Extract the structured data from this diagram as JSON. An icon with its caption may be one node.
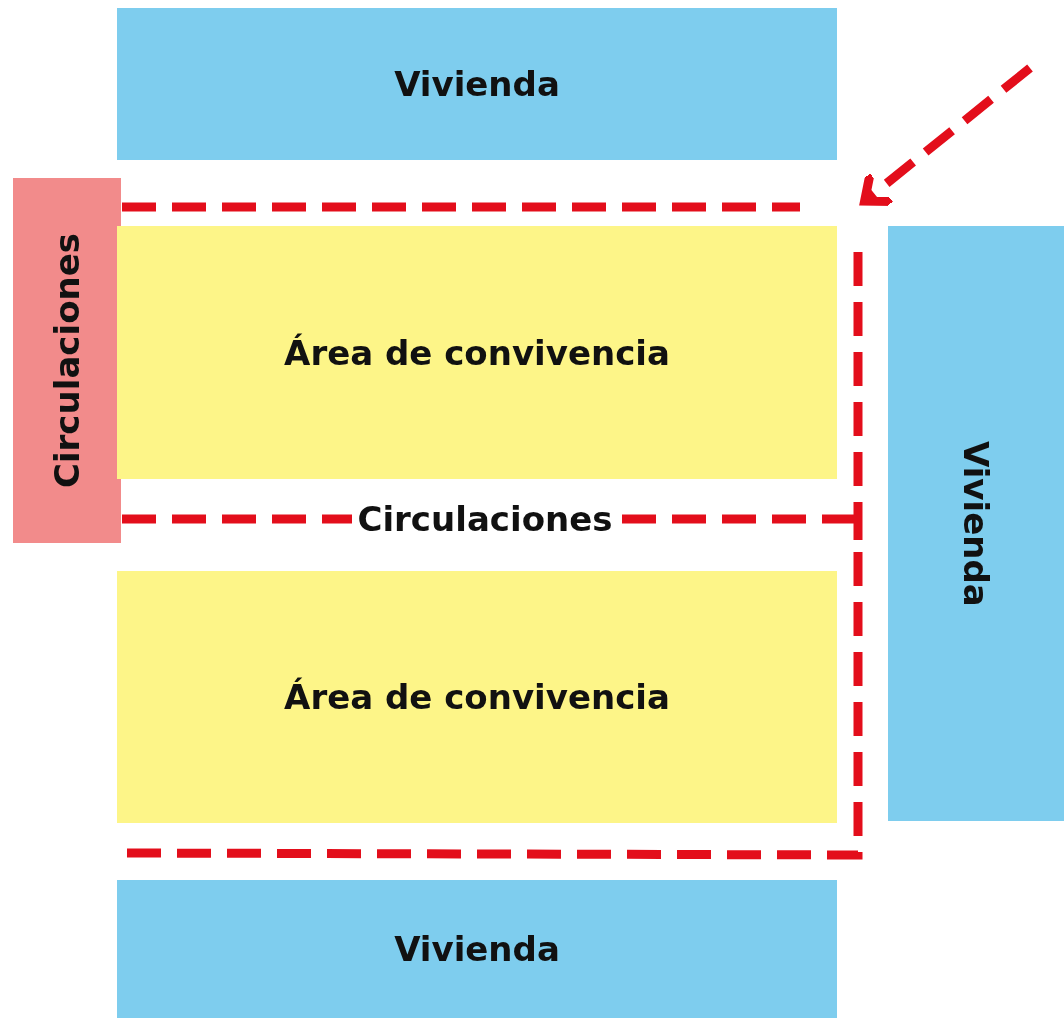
{
  "diagram": {
    "nodes": [
      {
        "text": [
          "Vivienda"
        ]
      },
      {
        "text": [
          "Circulaciones"
        ]
      },
      {
        "text": [
          "Área de convivencia"
        ]
      },
      {
        "text": [
          "Área de convivencia"
        ]
      },
      {
        "text": [
          "Vivienda"
        ]
      },
      {
        "text": [
          "Vivienda"
        ]
      }
    ],
    "labels": [
      "Circulaciones"
    ]
  }
}
